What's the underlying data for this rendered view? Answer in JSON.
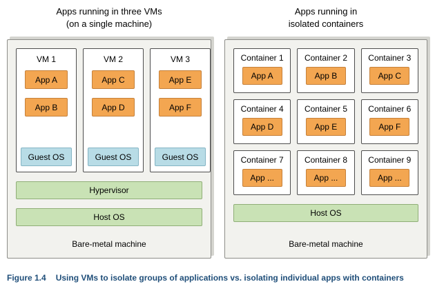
{
  "left_diagram": {
    "title_line1": "Apps running in three VMs",
    "title_line2": "(on a single machine)",
    "vms": [
      {
        "name": "VM 1",
        "apps": [
          "App A",
          "App B"
        ],
        "os": "Guest OS"
      },
      {
        "name": "VM 2",
        "apps": [
          "App C",
          "App D"
        ],
        "os": "Guest OS"
      },
      {
        "name": "VM 3",
        "apps": [
          "App E",
          "App F"
        ],
        "os": "Guest OS"
      }
    ],
    "hypervisor_label": "Hypervisor",
    "host_os_label": "Host OS",
    "machine_label": "Bare-metal machine"
  },
  "right_diagram": {
    "title_line1": "Apps running in",
    "title_line2": "isolated containers",
    "containers": [
      {
        "name": "Container 1",
        "app": "App A"
      },
      {
        "name": "Container 2",
        "app": "App B"
      },
      {
        "name": "Container 3",
        "app": "App C"
      },
      {
        "name": "Container 4",
        "app": "App D"
      },
      {
        "name": "Container 5",
        "app": "App E"
      },
      {
        "name": "Container 6",
        "app": "App F"
      },
      {
        "name": "Container 7",
        "app": "App ..."
      },
      {
        "name": "Container 8",
        "app": "App ..."
      },
      {
        "name": "Container 9",
        "app": "App ..."
      }
    ],
    "host_os_label": "Host OS",
    "machine_label": "Bare-metal machine"
  },
  "caption": {
    "label": "Figure 1.4",
    "text": "Using VMs to isolate groups of applications vs. isolating individual apps with containers"
  },
  "colors": {
    "app_box_fill": "#f3a651",
    "guest_os_fill": "#b8dce6",
    "green_bar_fill": "#c9e2b5",
    "machine_box_fill": "#f2f2ee",
    "caption_text": "#1f4e79"
  }
}
